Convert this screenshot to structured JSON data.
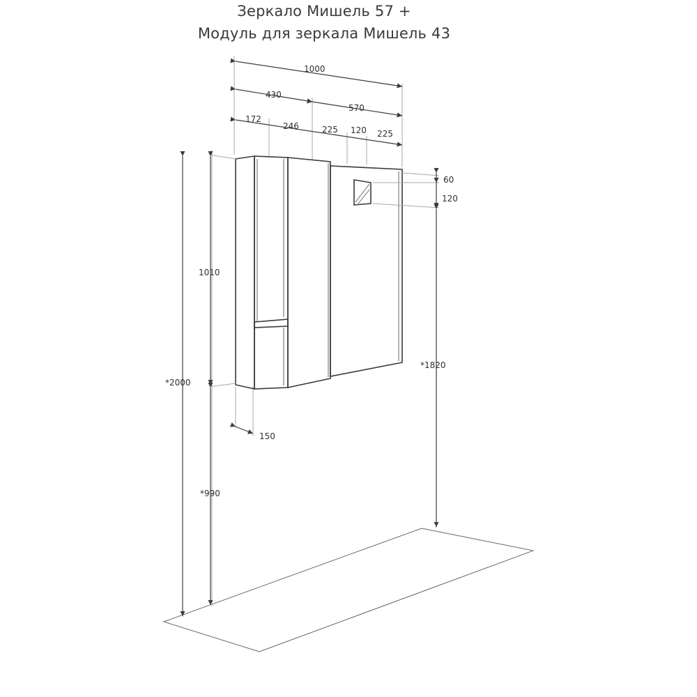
{
  "title": {
    "line1": "Зеркало Мишель 57 +",
    "line2": "Модуль для зеркала Мишель 43"
  },
  "dimensions": {
    "total_width": "1000",
    "module_width": "430",
    "mirror_width": "570",
    "w_172": "172",
    "w_246": "246",
    "w_225_left": "225",
    "w_120": "120",
    "w_225_right": "225",
    "height_1010": "1010",
    "height_2000": "*2000",
    "height_1820": "*1820",
    "height_990": "*990",
    "depth_150": "150",
    "offset_60": "60",
    "offset_120": "120"
  },
  "colors": {
    "line": "#3a3a3a",
    "extension": "#a9a9a9",
    "fill": "#ffffff"
  }
}
